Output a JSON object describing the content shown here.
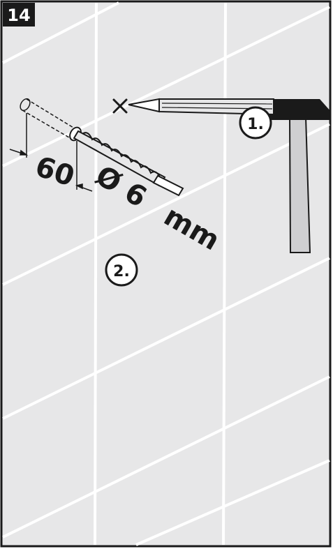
{
  "step_number": "14",
  "drill_depth": "60",
  "drill_diameter": "Ø 6",
  "drill_unit": "mm",
  "step_markers": [
    "1.",
    "2."
  ],
  "colors": {
    "wall": "#e7e7e8",
    "grout": "#ffffff",
    "ink": "#1a1a1a",
    "hammer_handle": "#cfcfd1"
  }
}
